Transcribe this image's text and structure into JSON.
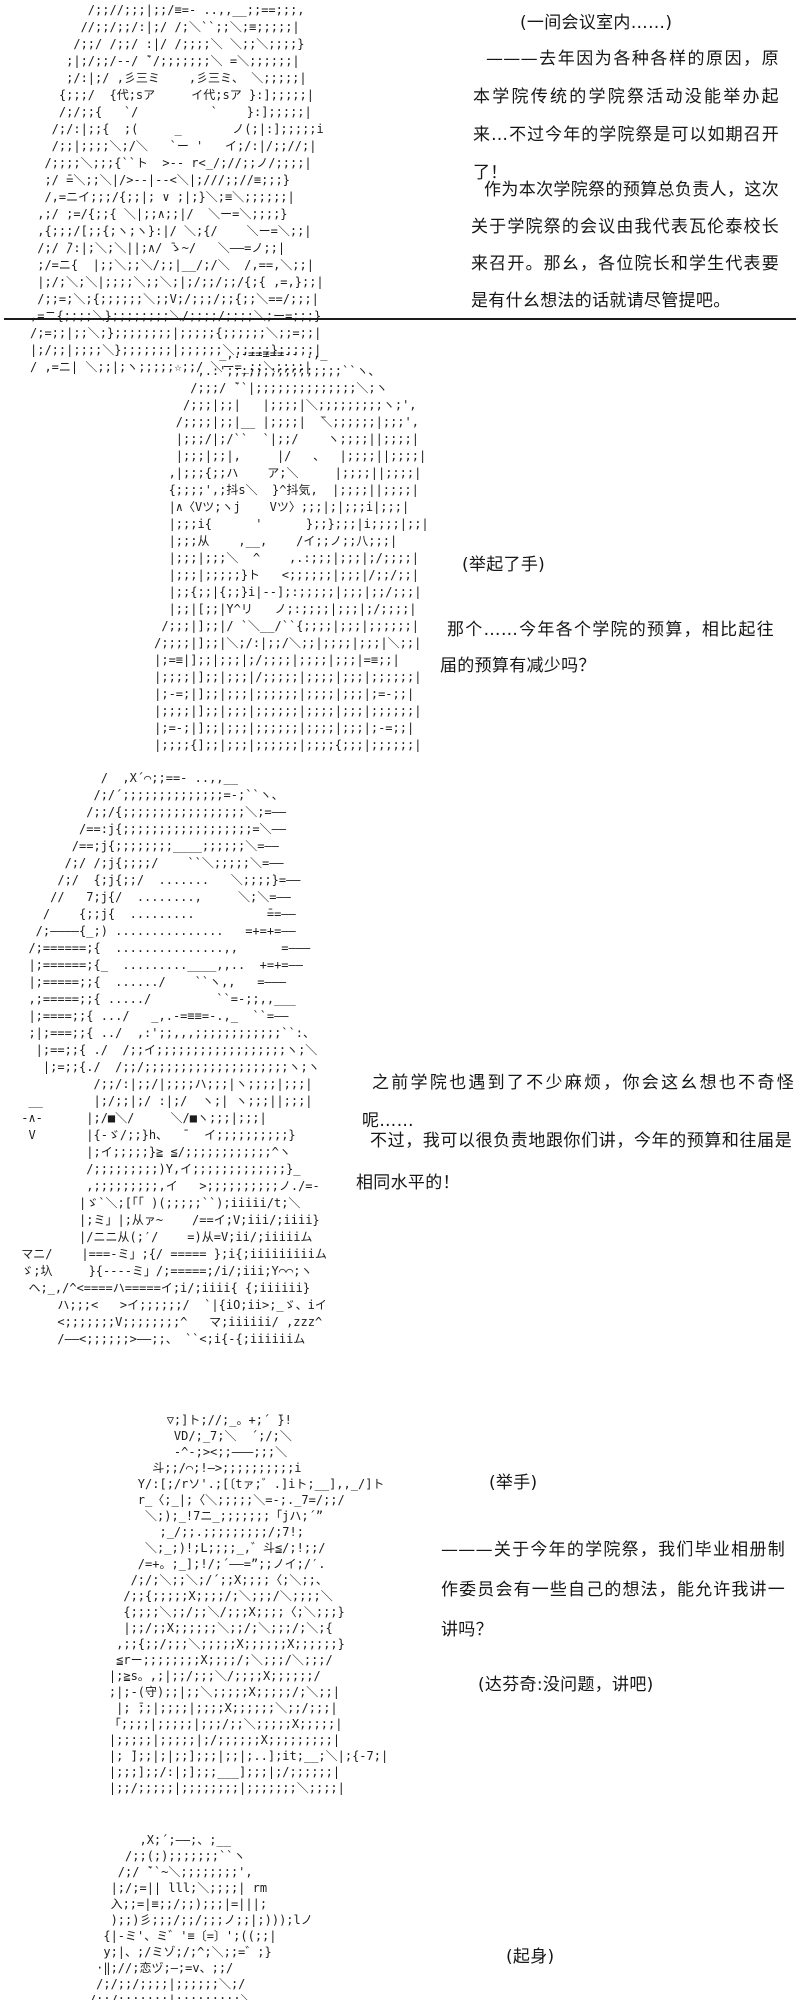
{
  "page": {
    "background": "#ffffff",
    "ink": "#1c1c1c",
    "kind": "ascii-art-story-page"
  },
  "sections": [
    {
      "id": "meeting-opening",
      "speaker_art": "long-haired-chairwoman",
      "stage": "(一间会议室内……)",
      "paragraphs": [
        "———去年因为各种各样的原因，原本学院传统的学院祭活动没能举办起来…不过今年的学院祭是可以如期召开了！",
        "作为本次学院祭的预算总负责人，这次关于学院祭的会议由我代表瓦伦泰校长来召开。那幺，各位院长和学生代表要是有什幺想法的话就请尽管提吧。"
      ],
      "art": [
        "        /;;//;;;|;;/≡=- ..,,__;;==;;;,",
        "       //;;/;;/:|;/ /;＼``;;＼;≡;;;;;|",
        "      /;;/ /;;/ :|/ /;;;;＼ ＼;;＼;;;;}",
        "     ;|;/;;/--/ ̄`/;;;;;;;＼ =＼;;;;;;|",
        "     ;/:|;/ ,彡三ミ    ,彡三ミ、 ＼;;;;;|",
        "    {;;;/  {代;sア     イ代;sア }:];;;;;|",
        "    /;/;;{   `/          `    }:];;;;;|",
        "   /;/:|;;{  ;(     _       ノ(;|:];;;;;i",
        "   /;;|;;;;＼;/＼   `ー '   イ;/:|/;;//;|",
        "  /;;;;＼;;;{``ト  >-- r<_/;//;;ノ/;;;;|",
        "  ;/ ̄=＼;;＼|/>--|--<＼|;///;;//≡;;;}",
        "  /,=ニイ;;;/{;;|; ∨ ;|;}＼;≡＼;;;;;;|",
        " ,;/ ;=/{;;{ ＼|;;∧;;|/  ＼ー=＼;;;;}",
        " ,{;;;/[;;{;ヽ;ヽ}:|/ ＼;{/    ＼ー=＼;;|",
        " /;/ ̄/:|;＼;＼||;∧/ ̄ゝ~/   ＼――=ノ;;|",
        " ;/=ニ{  |;;＼;;＼/;;|__/;/＼  /,==,＼;;|",
        " |;/;＼;＼|;;;;＼;;＼;|;/;;/;;/{;{ ,=,};;|",
        " /;;=;＼;{;;;;;;＼;;V;/;;;/;;{;;＼==/;;;|",
        ",=ニ{;;;;＼};;;;;;;;＼/;;;;/;;;;＼;ー=;;;}",
        "/;=;;|;;＼;};;;;;;;;|;;;;;{;;;;;;＼;;=;;|",
        "|;/;;|;;;;＼};;;;;;;|;;;;;;＼;;;;;};;;;;|",
        "/ ,=ニ| ＼;;|;ヽ;;;;;☆;;/ ＼ー=_;;＼;;;;|"
      ]
    },
    {
      "id": "budget-question",
      "speaker_art": "hooded-student",
      "stage": "(举起了手)",
      "paragraphs": [
        "那个……今年各个学院的预算，相比起往届的预算有减少吗？"
      ],
      "art": [
        "              _,.-==≡==-- .,_",
        "           ,.:';;;;;;;;;;;;;;;;``ヽ、",
        "          /;;;/ ̄``|;;;;;;;;;;;;;;＼;ヽ",
        "         /;;;|;;|   |;;;;|＼;;;;;;;;;ヽ;',",
        "        /;;;;|;;|__ |;;;;|  ̄＼;;;;;;|;;;',",
        "        |;;;/|;/``  `|;;/    ヽ;;;;||;;;;|",
        "        |;;;|;;|,     |/   、  |;;;;||;;;;|",
        "       ,|;;;{;;ハ    ア;＼     |;;;;||;;;;|",
        "       {;;;;',;抖s＼  }^抖気,  |;;;;||;;;;|",
        "       |∧〈Vツ;ヽj    Vツ〉;;;|;|;;;i|;;;|",
        "       |;;;i{      '      };;};;;|i;;;;|;;|",
        "       |;;;从    ,__,    /イ;;ノ;;八;;;|",
        "       |;;;|;;;＼  ^    ,.:;;;|;;;|;/;;;;|",
        "       |;;;|;;;;;}ト   <;;;;;;|;;;|/;;/;;|",
        "       |;;{;;|{;;}i|--];:;;;;;|;;;|;;/;;;|",
        "       |;;|[;;|Y^リ   ノ;:;;;;|;;;|;/;;;;|",
        "      /;;;|];;|/ `＼__/``{;;;;|;;;|;;;;;;|",
        "     /;;;;|];;|＼;/:|;;/＼;;|;;;;|;;;|＼;;|",
        "     |;=≡|];;|;;;|;/;;;;|;;;;|;;;|=≡;;|",
        "     |;;;;|];;|;;;|/;;;;;|;;;;|;;;|;;;;;;|",
        "     |;-=;|];;|;;;|;;;;;;|;;;;|;;;|;=-;;|",
        "     |;;;;|];;|;;;|;;;;;;|;;;;|;;;|;;;;;;|",
        "     |;=-;|];;|;;;|;;;;;;|;;;;|;;;|;-=;;|",
        "     |;;;;{];;|;;;|;;;;;;|;;;;{;;;|;;;;;;|"
      ]
    },
    {
      "id": "budget-answer",
      "speaker_art": "da-vinci-long-hair-sparkle",
      "paragraphs": [
        "之前学院也遇到了不少麻烦，你会这幺想也不奇怪呢……",
        "不过，我可以很负责地跟你们讲，今年的预算和往届是相同水平的！"
      ],
      "art": [
        "            /  ,X´⌒;;==- ..,,__",
        "           /;/´;;;;;;;;;;;;;;=-;``ヽ、",
        "          /;;/{;;;;;;;;;;;;;;;;;＼;=――",
        "         /==:j{;;;;;;;;;;;;;;;;;;=＼――",
        "        /==;j{;;;;;;;;____;;;;;;＼=――",
        "       /;/ /;j{;;;;/    ``＼;;;;;＼=――",
        "      /;/  {;j{;;/  .......   ＼;;;;}=――",
        "     //   7;j{/  ........,     ＼;＼=――",
        "    /    {;;j{  .........          ̄==――",
        "   /;――――{_;) ...............   =+=+=――",
        "  /;======;{  ...............,,      =―――",
        "  |;======;{_  .........____,,..  +=+=――",
        "  |;=====;;{  ....../    ``ヽ,,   =―――",
        "  ,;=====;;{ ...../         ``=-;;,,___",
        "  |;====;;{ .../   _,.-=≡≡=-.,_  ``=――",
        "  ;|;===;;{ ../  ,:';;,,,;;;;;;;;;;;;``:、",
        "   |;==;;{ ./  /;;イ;;;;;;;;;;;;;;;;;;ヽ;＼",
        "    |;=;;{./  /;;/;;;;;;;;;;;;;;;;;;;;ヽ;ヽ",
        "           /;;/:|;;/|;;;;ハ;;;|ヽ;;;;|;;;|",
        "  __       |;/;;|;/ :|;/  ヽ;| ヽ;;;||;;;|",
        " -∧-      |;/■＼/     ＼/■ヽ;;;|;;;|",
        "  V       |{-ゞ/;;}h、  ̄   イ;;;;;;;;;;}",
        "          |;イ;;;;;}≧ ≦/;;;;;;;;;;;;^ヽ",
        "          /;;;;;;;;;)Y,イ;;;;;;;;;;;;;}_",
        "          ,;;;;;;;;;,イ   >;;;;;;;;;;ノ./=-",
        "         |ゞ`＼;[「「 )(;;;;;``);iiiii/t;＼",
        "         |;ミ」|;从ァ~    /==イ;V;iii/;iiii}",
        "         |/ニニ从(;′/    =)从=V;ii/;iiiiiム",
        " マニ/    |===-ミ」;{/ ===== };i{;iiiiiiiiiム",
        " ゞ;圦     }{----ミ」/;=====;/i/;iii;Y⌒⌒;ヽ",
        "  ヘ;_,/^<====ハ=====イ;i/;iiii{ {;iiiiii}",
        "      ハ;;;<   >イ;;;;;;/  `|{iO;ii>;_ゞ、iイ",
        "      <;;;;;;;V;;;;;;;;^   マ;iiiiii/ ,zzz^",
        "      /――<;;;;;;>――;;、 ``<;i{-{;iiiiiiム"
      ]
    },
    {
      "id": "album-committee-request",
      "speaker_art": "thinking-committee-girl",
      "stage": "(举手)",
      "paragraphs": [
        "———关于今年的学院祭，我们毕业相册制作委员会有一些自己的想法，能允许我讲一讲吗？"
      ],
      "stage2": "(达芬奇:没问题，讲吧)",
      "art": [
        "            ▽;]ト;//;_。+;´ ̄}!",
        "             VD/;_7;＼  ´;/;＼",
        "             -^-;><;;―――;;;＼",
        "          斗;;/⌒;!―>;;;;;;;;;;i",
        "        Y/:[;/rソ'.;[〔tァ;゛.]iト;__],,_/]ト",
        "        r_〈;_|;〈＼;;;;;＼=-;._7=/;;/",
        "         ＼;);_!7ニ_;;;;;;;「jハ;´”",
        "           ;_/;;.;;;;;;;;;/;7!;",
        "         ＼;_;)!;L;;;;_,゛斗≦/;!;;/",
        "        /=+。;_];!/;´――=”;;ノイ;/′.",
        "       /;/;＼;;＼;/´;;X;;;;〈;＼;;、",
        "      /;;{;;;;;X;;;;/;＼;;;/＼;;;;＼",
        "      {;;;;＼;;/;;＼/;;;X;;;;〈;＼;;;}",
        "      |;;/;;X;;;;;;＼;;/;＼;;;/;＼;{",
        "     ,;;{;;/;;;＼;;;;;X;;;;;;X;;;;;;}",
        "     ≦rー;;;;;;;;X;;;;/;＼;;;/＼;;;/",
        "    |;≧s。,;|;;/;;;＼/;;;;X;;;;;;/",
        "    ;|;-(守);;|;;＼;;;;;X;;;;;/;＼;;|",
        "     |; ̄;;|;;;;|;;;;X;;;;;;＼;;/;;;|",
        "    「;;;;|;;;;;|;;;/;;＼;;;;;X;;;;;|",
        "    |;;;;;|;;;;;|;/;;;;;;X;;;;;;;;;|",
        "    |; ̄];;|;|;;];;;|;;|;..];it;__;＼|;{-7;|",
        "    |;;;];;/:|;];;;___];;;|;/;;;;;;|",
        "    |;;/;;;;;|;;;;;;;;|;;;;;;;＼;;;;|"
      ]
    },
    {
      "id": "standing-up",
      "speaker_art": "rising-figure",
      "stage": "(起身)",
      "art": [
        "           ,X;´;――;、;__",
        "         /;;(;);;;;;;;``ヽ",
        "        /;/ ̄``~＼;;;;;;;;',",
        "       |;/;=|| lll;＼;;;;| rm",
        "       入;;=|≡;;/;;);;;|=|||;",
        "       );;)彡;;;/;;/;;;ノ;;|;)));lノ",
        "      {|-ミ'、ミ゛'≡〔=〕';((;;|",
        "      y;|、;/ミゾ;/;^;＼;;=゛;}",
        "     ·‖;//;恋ヅ;―;=v、;;/",
        "     /;/;;/;;;;|;;;;;;＼;/",
        "    /;;/;;;;;;;|;;;;;;;;;＼"
      ]
    }
  ]
}
